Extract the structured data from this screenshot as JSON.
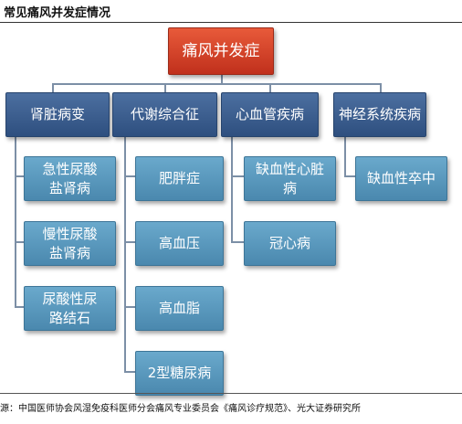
{
  "title": "常见痛风并发症情况",
  "root": "痛风并发症",
  "categories": [
    {
      "label": "肾脏病变",
      "children": [
        "急性尿酸盐肾病",
        "慢性尿酸盐肾病",
        "尿酸性尿路结石"
      ]
    },
    {
      "label": "代谢综合征",
      "children": [
        "肥胖症",
        "高血压",
        "高血脂",
        "2型糖尿病"
      ]
    },
    {
      "label": "心血管疾病",
      "children": [
        "缺血性心脏病",
        "冠心病"
      ]
    },
    {
      "label": "神经系统疾病",
      "children": [
        "缺血性卒中"
      ]
    }
  ],
  "source": "源：中国医师协会风湿免疫科医师分会痛风专业委员会《痛风诊疗规范》、光大证券研究所",
  "colors": {
    "root": "#d9442a",
    "category": "#3b5d8f",
    "leaf": "#5b9bc2",
    "connector": "#7c8fa6"
  }
}
